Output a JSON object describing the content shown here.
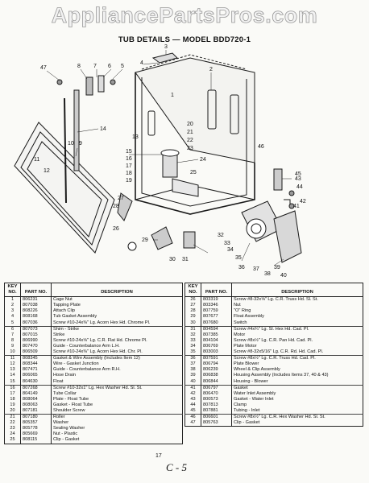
{
  "watermark": "AppliancePartsPros.com",
  "title": "TUB DETAILS — MODEL BDD720-1",
  "callouts": [
    "47",
    "8",
    "7",
    "6",
    "5",
    "4",
    "3",
    "2",
    "1",
    "14",
    "10",
    "9",
    "11",
    "12",
    "13",
    "15",
    "16",
    "17",
    "18",
    "19",
    "20",
    "21",
    "22",
    "23",
    "24",
    "25",
    "26",
    "27",
    "28",
    "29",
    "30",
    "31",
    "32",
    "33",
    "34",
    "35",
    "36",
    "37",
    "38",
    "39",
    "40",
    "41",
    "42",
    "43",
    "44",
    "45",
    "46"
  ],
  "table_headers": {
    "key": "KEY NO.",
    "part": "PART NO.",
    "desc": "DESCRIPTION"
  },
  "parts_left": [
    {
      "key": "1",
      "part": "806231",
      "desc": "Cage Nut"
    },
    {
      "key": "2",
      "part": "807038",
      "desc": "Tapping Plate"
    },
    {
      "key": "3",
      "part": "808226",
      "desc": "Attach Clip"
    },
    {
      "key": "4",
      "part": "808168",
      "desc": "Tub Gasket Assembly"
    },
    {
      "key": "5",
      "part": "807036",
      "desc": "Screw #10-24x⅜\" Lg. Acorn Hex Hd. Chrome Pl."
    },
    {
      "key": "6",
      "part": "807073",
      "desc": "Shim - Strike"
    },
    {
      "key": "7",
      "part": "807015",
      "desc": "Strike"
    },
    {
      "key": "8",
      "part": "806990",
      "desc": "Screw #10-24x⅝\" Lg. C.R. Flat Hd. Chrome Pl."
    },
    {
      "key": "9",
      "part": "807470",
      "desc": "Guide - Counterbalance Arm L.H."
    },
    {
      "key": "10",
      "part": "806509",
      "desc": "Screw #10-24x⅜\" Lg. Acorn Hex Hd. Chr. Pl."
    },
    {
      "key": "11",
      "part": "808345",
      "desc": "Gasket & Wire Assembly (Includes Item 12)"
    },
    {
      "key": "12",
      "part": "808344",
      "desc": "Wire - Gasket Junction"
    },
    {
      "key": "13",
      "part": "807471",
      "desc": "Guide - Counterbalance Arm R.H."
    },
    {
      "key": "14",
      "part": "806065",
      "desc": "Hose Drain"
    },
    {
      "key": "15",
      "part": "804630",
      "desc": "Float"
    },
    {
      "key": "16",
      "part": "807268",
      "desc": "Screw #10-32x1\" Lg. Hex Washer Hd. Sl. St."
    },
    {
      "key": "17",
      "part": "804149",
      "desc": "Tube Collar"
    },
    {
      "key": "18",
      "part": "808064",
      "desc": "Plate - Float Tube"
    },
    {
      "key": "19",
      "part": "808063",
      "desc": "Gasket - Float Tube"
    },
    {
      "key": "20",
      "part": "807181",
      "desc": "Shoulder Screw"
    },
    {
      "key": "21",
      "part": "807180",
      "desc": "Roller"
    },
    {
      "key": "22",
      "part": "805357",
      "desc": "Washer"
    },
    {
      "key": "23",
      "part": "805778",
      "desc": "Sealing Washer"
    },
    {
      "key": "24",
      "part": "805669",
      "desc": "Nut - Plastic"
    },
    {
      "key": "25",
      "part": "808115",
      "desc": "Clip - Gasket"
    }
  ],
  "parts_right": [
    {
      "key": "26",
      "part": "803319",
      "desc": "Screw #8-32x⅝\" Lg. C.R. Truss Hd. Sl. St."
    },
    {
      "key": "27",
      "part": "803346",
      "desc": "Nut"
    },
    {
      "key": "28",
      "part": "807759",
      "desc": "\"O\" Ring"
    },
    {
      "key": "29",
      "part": "807677",
      "desc": "Float Assembly"
    },
    {
      "key": "30",
      "part": "807680",
      "desc": "Switch"
    },
    {
      "key": "31",
      "part": "804594",
      "desc": "Screw #4x¾\" Lg. Sl. Hex Hd. Cad. Pl."
    },
    {
      "key": "32",
      "part": "807385",
      "desc": "Motor"
    },
    {
      "key": "33",
      "part": "804104",
      "desc": "Screw #8x½\" Lg. C.R. Pan Hd. Cad. Pl."
    },
    {
      "key": "34",
      "part": "806769",
      "desc": "Plate Motor"
    },
    {
      "key": "35",
      "part": "803003",
      "desc": "Screw #8-32x5/16\" Lg. C.R. Rd. Hd. Cad. Pl."
    },
    {
      "key": "36",
      "part": "807591",
      "desc": "Screw #8x½\" Lg. C.R. Truss Hd. Cad. Pl."
    },
    {
      "key": "37",
      "part": "806794",
      "desc": "Plate Blower"
    },
    {
      "key": "38",
      "part": "806239",
      "desc": "Wheel & Clip Assembly"
    },
    {
      "key": "39",
      "part": "806838",
      "desc": "Housing Assembly (Includes Items 37, 40 & 43)"
    },
    {
      "key": "40",
      "part": "806844",
      "desc": "Housing - Blower"
    },
    {
      "key": "41",
      "part": "806797",
      "desc": "Gasket"
    },
    {
      "key": "42",
      "part": "806470",
      "desc": "Water Inlet Assembly"
    },
    {
      "key": "43",
      "part": "800573",
      "desc": "Gasket - Water Inlet"
    },
    {
      "key": "44",
      "part": "807813",
      "desc": "Clamp"
    },
    {
      "key": "45",
      "part": "807881",
      "desc": "Tubing - Inlet"
    },
    {
      "key": "46",
      "part": "806601",
      "desc": "Screw #8x½\" Lg. C.R. Hex Washer Hd. Sl. St."
    },
    {
      "key": "47",
      "part": "805763",
      "desc": "Clip - Gasket"
    }
  ],
  "footer": {
    "page": "17",
    "code": "C - 5"
  }
}
